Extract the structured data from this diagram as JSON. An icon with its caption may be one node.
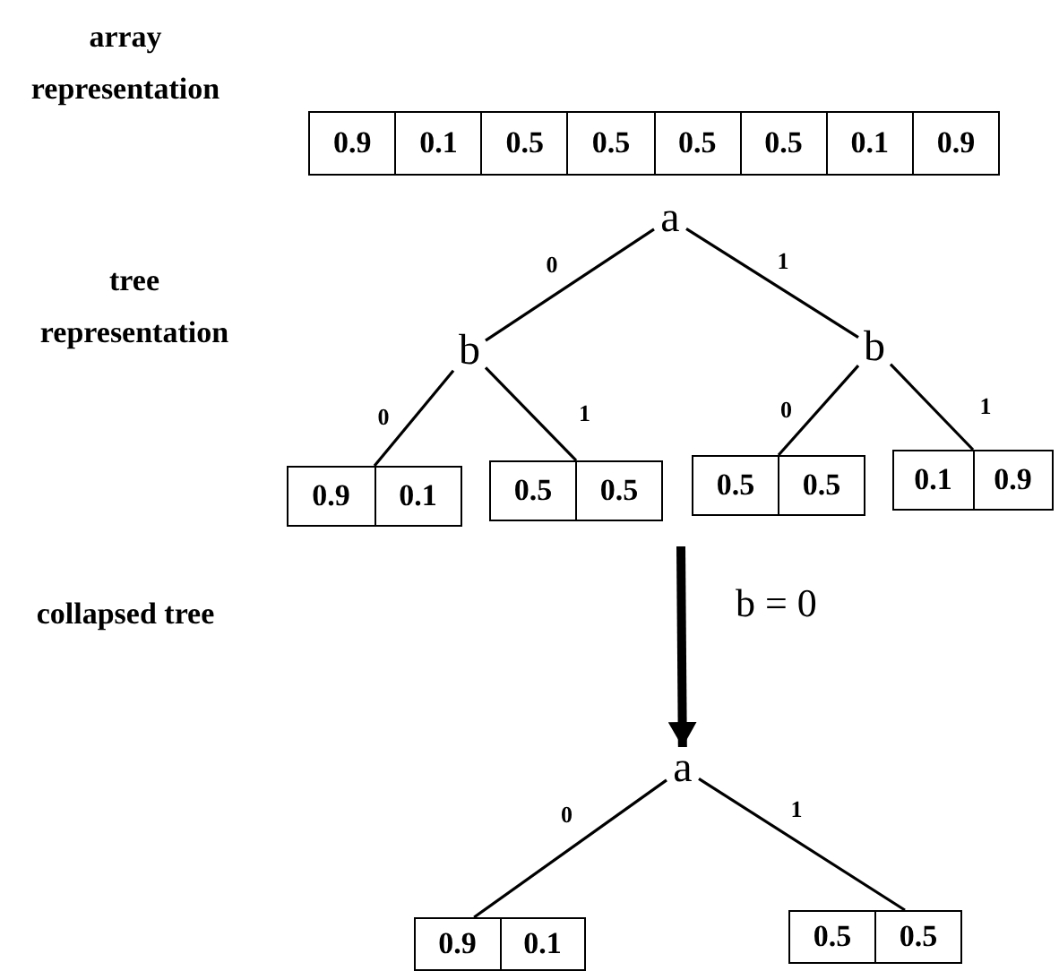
{
  "diagram": {
    "nodes": [
      {
        "text": [
          "0.9",
          "0.1",
          "0.5",
          "0.5",
          "0.5",
          "0.5",
          "0.1",
          "0.9"
        ]
      },
      {
        "text": [
          "a"
        ]
      },
      {
        "text": [
          "b"
        ]
      },
      {
        "text": [
          "b"
        ]
      },
      {
        "text": [
          "0.9",
          "0.1"
        ]
      },
      {
        "text": [
          "0.5",
          "0.5"
        ]
      },
      {
        "text": [
          "0.5",
          "0.5"
        ]
      },
      {
        "text": [
          "0.1",
          "0.9"
        ]
      },
      {
        "text": [
          "a"
        ]
      },
      {
        "text": [
          "0.9",
          "0.1"
        ]
      },
      {
        "text": [
          "0.5",
          "0.5"
        ]
      }
    ],
    "edges": [
      {
        "from": 1,
        "to": 2,
        "arrow": "none",
        "label": "0"
      },
      {
        "from": 1,
        "to": 3,
        "arrow": "none",
        "label": "1"
      },
      {
        "from": 2,
        "to": 4,
        "arrow": "none",
        "label": "0"
      },
      {
        "from": 2,
        "to": 5,
        "arrow": "none",
        "label": "1"
      },
      {
        "from": 3,
        "to": 6,
        "arrow": "none",
        "label": "0"
      },
      {
        "from": 3,
        "to": 7,
        "arrow": "none",
        "label": "1"
      },
      {
        "from": null,
        "to": 8,
        "arrow": "to",
        "label": "b = 0",
        "style": "thick"
      },
      {
        "from": 8,
        "to": 9,
        "arrow": "none",
        "label": "0"
      },
      {
        "from": 8,
        "to": 10,
        "arrow": "none",
        "label": "1"
      }
    ],
    "labels": [
      "array representation",
      "tree representation",
      "collapsed tree"
    ]
  }
}
